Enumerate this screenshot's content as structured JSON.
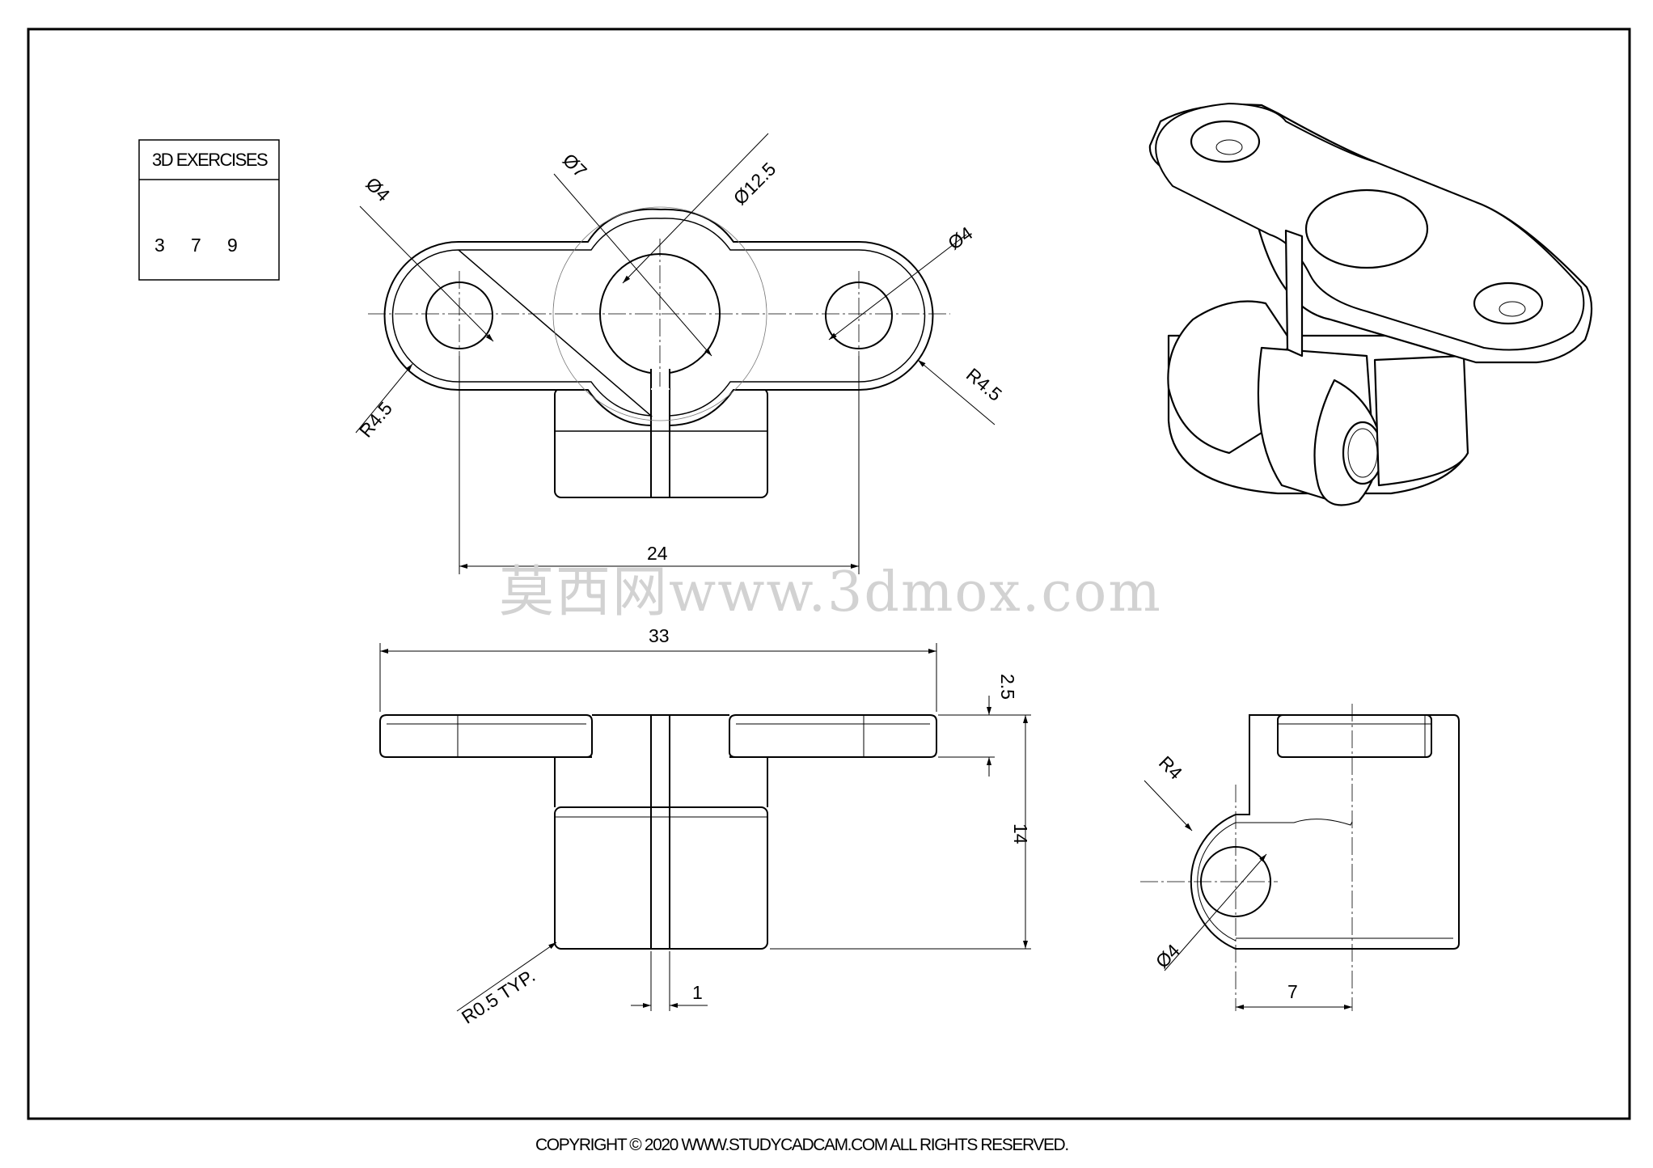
{
  "title_block": {
    "heading": "3D EXERCISES",
    "numbers": [
      "3",
      "7",
      "9"
    ]
  },
  "top_view": {
    "dia_hole_left": "Ø4",
    "dia_boss": "Ø7",
    "dia_bore": "Ø12.5",
    "dia_hole_right": "Ø4",
    "radius_left": "R4.5",
    "radius_right": "R4.5",
    "hole_spacing": "24"
  },
  "front_view": {
    "overall_length": "33",
    "flange_thickness": "2.5",
    "overall_height": "14",
    "fillet_note": "R0.5 TYP.",
    "slot_width": "1"
  },
  "side_view": {
    "radius": "R4",
    "hole_dia": "Ø4",
    "offset": "7"
  },
  "watermark": "莫西网www.3dmox.com",
  "copyright": "COPYRIGHT © 2020 WWW.STUDYCADCAM.COM ALL RIGHTS RESERVED."
}
